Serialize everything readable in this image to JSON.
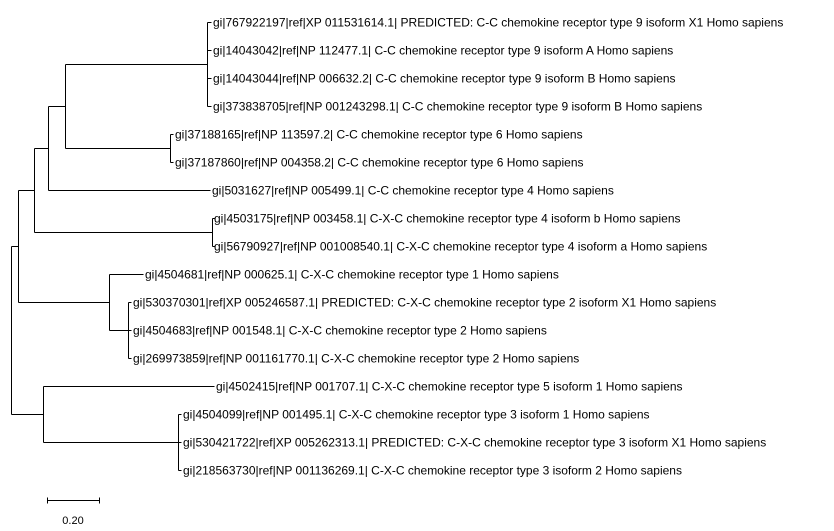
{
  "tree": {
    "leaves": [
      {
        "id": "l1",
        "label": "gi|767922197|ref|XP 011531614.1| PREDICTED: C-C chemokine receptor type 9 isoform X1 Homo sapiens"
      },
      {
        "id": "l2",
        "label": "gi|14043042|ref|NP 112477.1| C-C chemokine receptor type 9 isoform A Homo sapiens"
      },
      {
        "id": "l3",
        "label": "gi|14043044|ref|NP 006632.2| C-C chemokine receptor type 9 isoform B Homo sapiens"
      },
      {
        "id": "l4",
        "label": "gi|373838705|ref|NP 001243298.1| C-C chemokine receptor type 9 isoform B Homo sapiens"
      },
      {
        "id": "l5",
        "label": "gi|37188165|ref|NP 113597.2| C-C chemokine receptor type 6 Homo sapiens"
      },
      {
        "id": "l6",
        "label": "gi|37187860|ref|NP 004358.2| C-C chemokine receptor type 6 Homo sapiens"
      },
      {
        "id": "l7",
        "label": "gi|5031627|ref|NP 005499.1| C-C chemokine receptor type 4 Homo sapiens"
      },
      {
        "id": "l8",
        "label": "gi|4503175|ref|NP 003458.1| C-X-C chemokine receptor type 4 isoform b Homo sapiens"
      },
      {
        "id": "l9",
        "label": "gi|56790927|ref|NP 001008540.1| C-X-C chemokine receptor type 4 isoform a Homo sapiens"
      },
      {
        "id": "l10",
        "label": "gi|4504681|ref|NP 000625.1| C-X-C chemokine receptor type 1 Homo sapiens"
      },
      {
        "id": "l11",
        "label": "gi|530370301|ref|XP 005246587.1| PREDICTED: C-X-C chemokine receptor type 2 isoform X1 Homo sapiens"
      },
      {
        "id": "l12",
        "label": "gi|4504683|ref|NP 001548.1| C-X-C chemokine receptor type 2 Homo sapiens"
      },
      {
        "id": "l13",
        "label": "gi|269973859|ref|NP 001161770.1| C-X-C chemokine receptor type 2 Homo sapiens"
      },
      {
        "id": "l14",
        "label": "gi|4502415|ref|NP 001707.1| C-X-C chemokine receptor type 5 isoform 1 Homo sapiens"
      },
      {
        "id": "l15",
        "label": "gi|4504099|ref|NP 001495.1| C-X-C chemokine receptor type 3 isoform 1 Homo sapiens"
      },
      {
        "id": "l16",
        "label": "gi|530421722|ref|XP 005262313.1| PREDICTED: C-X-C chemokine receptor type 3 isoform X1 Homo sapiens"
      },
      {
        "id": "l17",
        "label": "gi|218563730|ref|NP 001136269.1| C-X-C chemokine receptor type 3 isoform 2 Homo sapiens"
      }
    ],
    "scale_bar": {
      "label": "0.20",
      "length": 0.2
    }
  }
}
